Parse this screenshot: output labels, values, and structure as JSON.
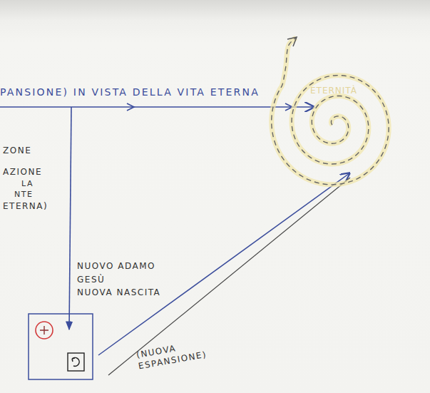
{
  "diagram": {
    "nodes": [
      {
        "text": [
          "ETERNITÀ"
        ]
      }
    ],
    "labels": [
      "PANSIONE) IN VISTA DELLA VITA ETERNA",
      "ZONE",
      "AZIONE",
      "LA",
      "NTE",
      "ETERNA)",
      "NUOVO ADAMO",
      "GESÙ",
      "NUOVA NASCITA",
      "(NUOVA ESPANSIONE)"
    ]
  }
}
